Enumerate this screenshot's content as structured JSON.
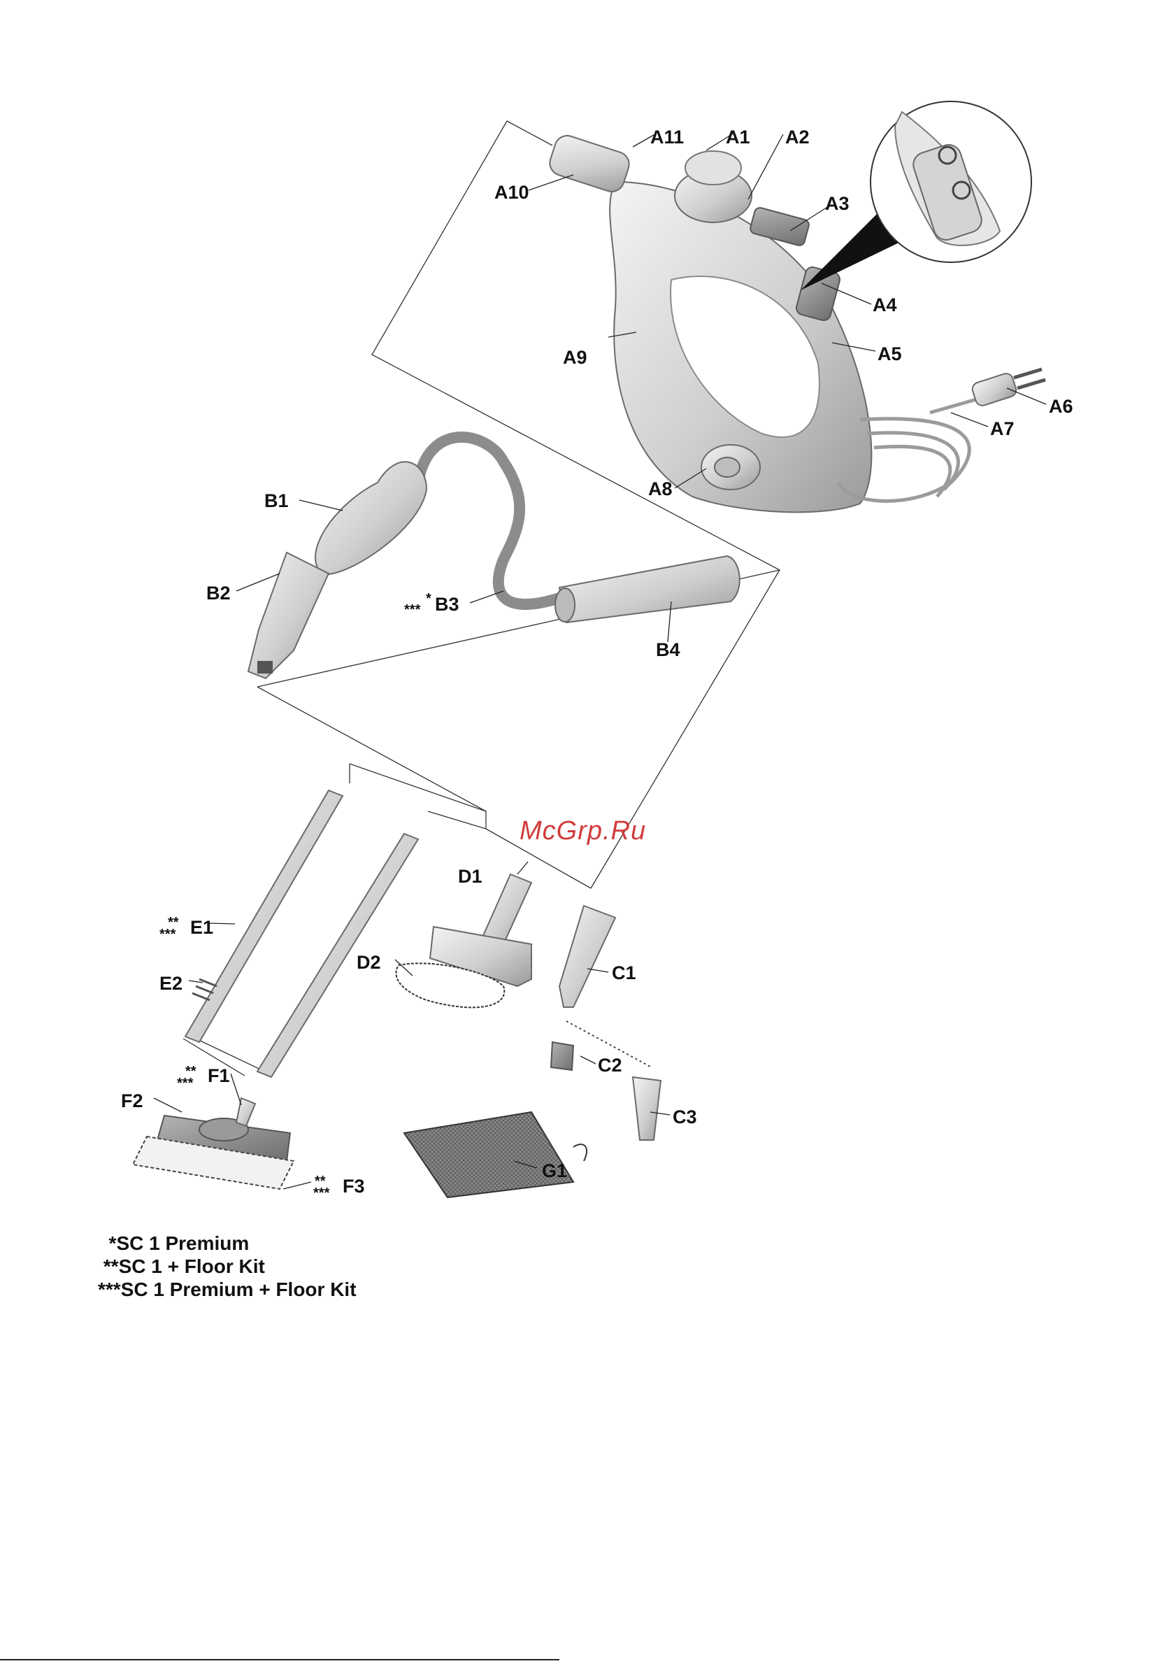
{
  "watermark": "McGrp.Ru",
  "labels": {
    "A1": "A1",
    "A2": "A2",
    "A3": "A3",
    "A4": "A4",
    "A5": "A5",
    "A6": "A6",
    "A7": "A7",
    "A8": "A8",
    "A9": "A9",
    "A10": "A10",
    "A11": "A11",
    "B1": "B1",
    "B2": "B2",
    "B3": "B3",
    "B4": "B4",
    "C1": "C1",
    "C2": "C2",
    "C3": "C3",
    "D1": "D1",
    "D2": "D2",
    "E1": "E1",
    "E2": "E2",
    "F1": "F1",
    "F2": "F2",
    "F3": "F3",
    "G1": "G1"
  },
  "marks": {
    "B3": "***",
    "B3_top": "*",
    "E1": "***",
    "E1_top": "**",
    "F1": "***",
    "F1_top": "**",
    "F3": "***",
    "F3_top": "**"
  },
  "legend": [
    "  *SC 1 Premium",
    " **SC 1 + Floor Kit",
    "***SC 1 Premium + Floor Kit"
  ]
}
